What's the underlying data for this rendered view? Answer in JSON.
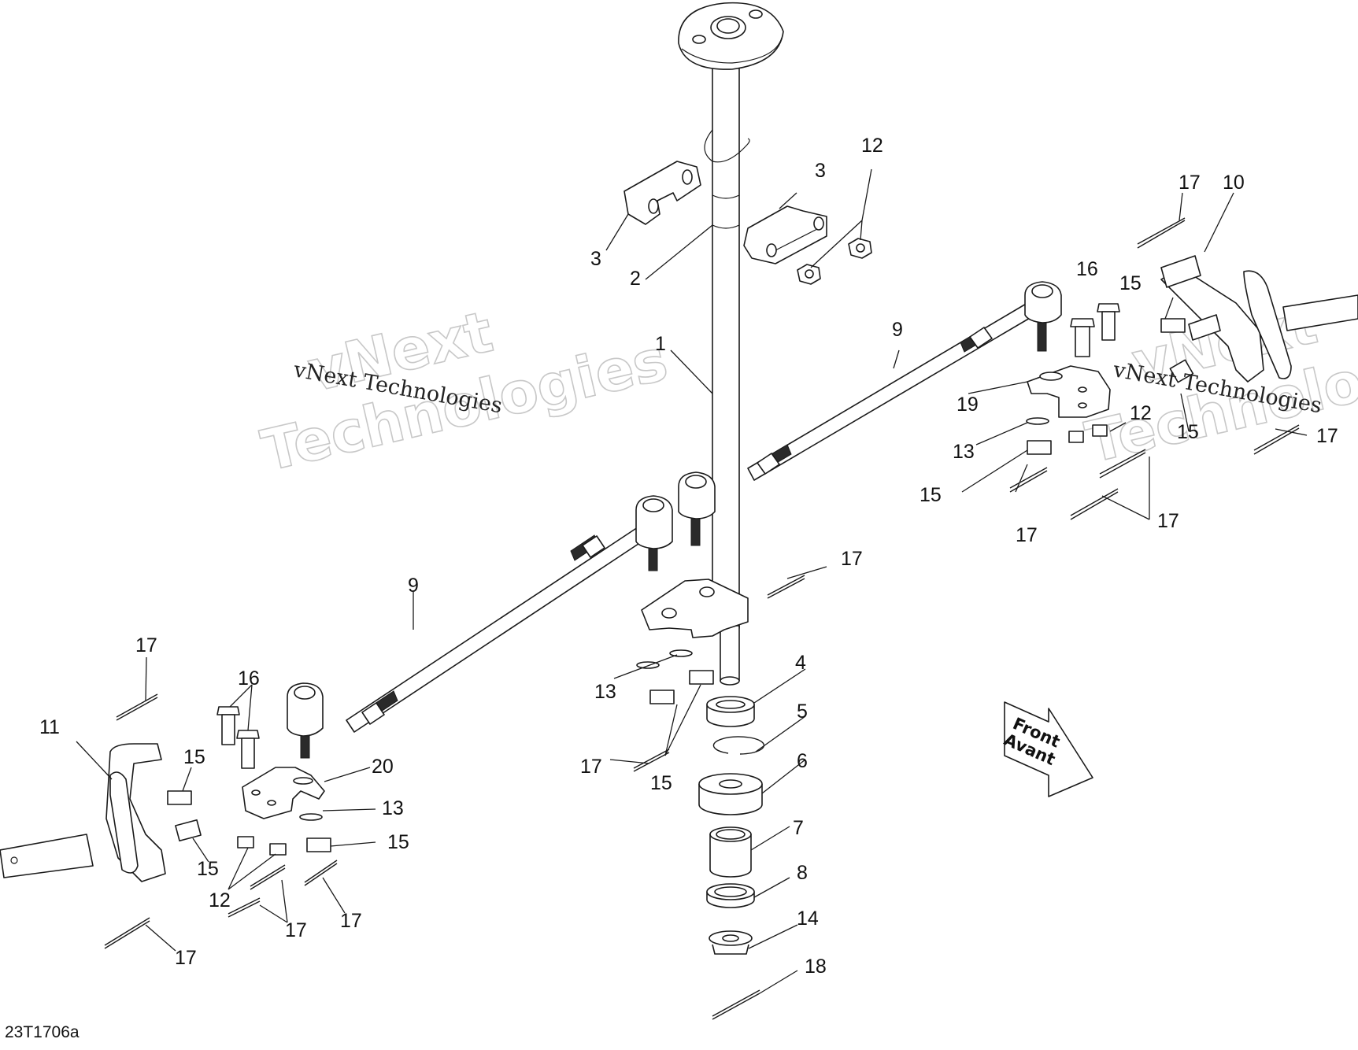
{
  "figure": {
    "id": "23T1706a",
    "subject": "Steering column and tie rod assembly (exploded view)"
  },
  "watermark": {
    "line": "vNext Technologies",
    "outline_word1": "vNext",
    "outline_word2": "Technologies"
  },
  "direction_arrow": {
    "line1": "Front",
    "line2": "Avant"
  },
  "callouts": [
    {
      "id": "c1",
      "label": "1"
    },
    {
      "id": "c2",
      "label": "2"
    },
    {
      "id": "c3a",
      "label": "3"
    },
    {
      "id": "c3b",
      "label": "3"
    },
    {
      "id": "c4",
      "label": "4"
    },
    {
      "id": "c5",
      "label": "5"
    },
    {
      "id": "c6",
      "label": "6"
    },
    {
      "id": "c7",
      "label": "7"
    },
    {
      "id": "c8",
      "label": "8"
    },
    {
      "id": "c9a",
      "label": "9"
    },
    {
      "id": "c9b",
      "label": "9"
    },
    {
      "id": "c10",
      "label": "10"
    },
    {
      "id": "c11",
      "label": "11"
    },
    {
      "id": "c12a",
      "label": "12"
    },
    {
      "id": "c12b",
      "label": "12"
    },
    {
      "id": "c12c",
      "label": "12"
    },
    {
      "id": "c13a",
      "label": "13"
    },
    {
      "id": "c13b",
      "label": "13"
    },
    {
      "id": "c13c",
      "label": "13"
    },
    {
      "id": "c14",
      "label": "14"
    },
    {
      "id": "c15a",
      "label": "15"
    },
    {
      "id": "c15b",
      "label": "15"
    },
    {
      "id": "c15c",
      "label": "15"
    },
    {
      "id": "c15d",
      "label": "15"
    },
    {
      "id": "c15e",
      "label": "15"
    },
    {
      "id": "c15f",
      "label": "15"
    },
    {
      "id": "c15g",
      "label": "15"
    },
    {
      "id": "c16a",
      "label": "16"
    },
    {
      "id": "c16b",
      "label": "16"
    },
    {
      "id": "c17a",
      "label": "17"
    },
    {
      "id": "c17b",
      "label": "17"
    },
    {
      "id": "c17c",
      "label": "17"
    },
    {
      "id": "c17d",
      "label": "17"
    },
    {
      "id": "c17e",
      "label": "17"
    },
    {
      "id": "c17f",
      "label": "17"
    },
    {
      "id": "c17g",
      "label": "17"
    },
    {
      "id": "c17h",
      "label": "17"
    },
    {
      "id": "c17i",
      "label": "17"
    },
    {
      "id": "c17j",
      "label": "17"
    },
    {
      "id": "c18",
      "label": "18"
    },
    {
      "id": "c19",
      "label": "19"
    },
    {
      "id": "c20",
      "label": "20"
    }
  ]
}
